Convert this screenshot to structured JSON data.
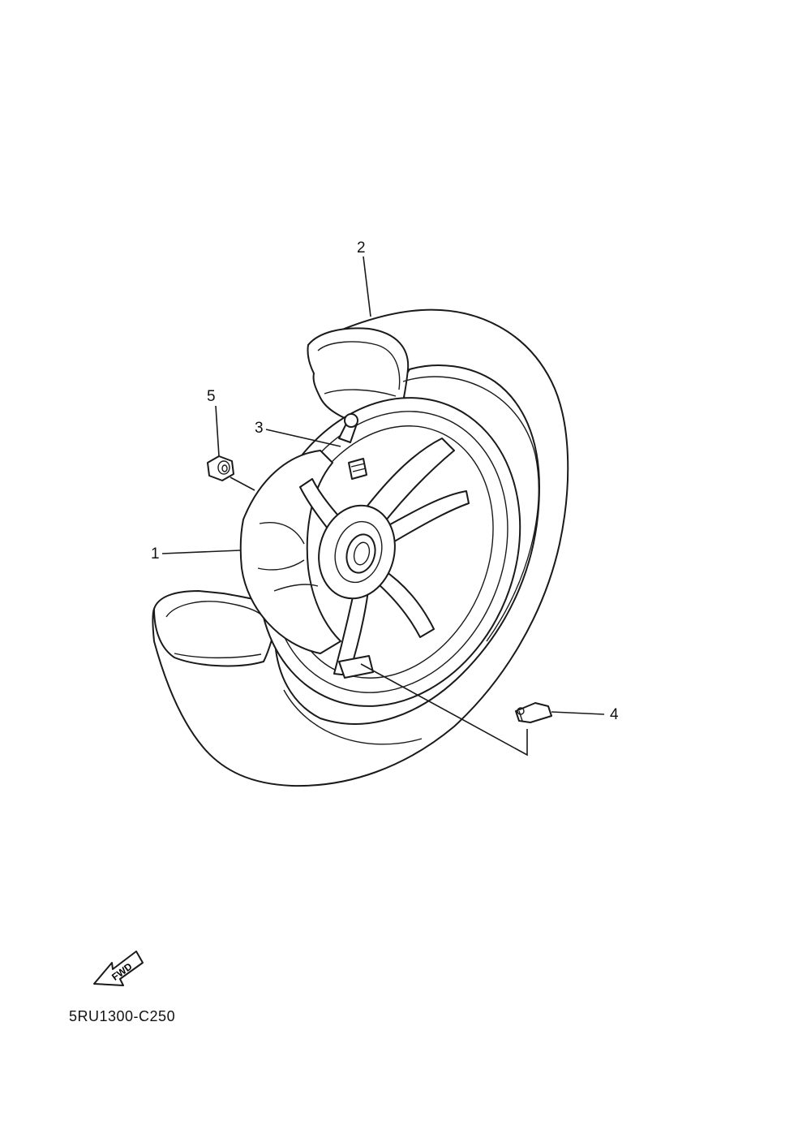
{
  "callouts": [
    {
      "id": "1",
      "label": "1",
      "part": "wheel"
    },
    {
      "id": "2",
      "label": "2",
      "part": "tire"
    },
    {
      "id": "3",
      "label": "3",
      "part": "valve"
    },
    {
      "id": "4",
      "label": "4",
      "part": "balance-weight"
    },
    {
      "id": "5",
      "label": "5",
      "part": "nut"
    }
  ],
  "fwd_arrow": {
    "text": "FWD"
  },
  "diagram_code": "5RU1300-C250"
}
